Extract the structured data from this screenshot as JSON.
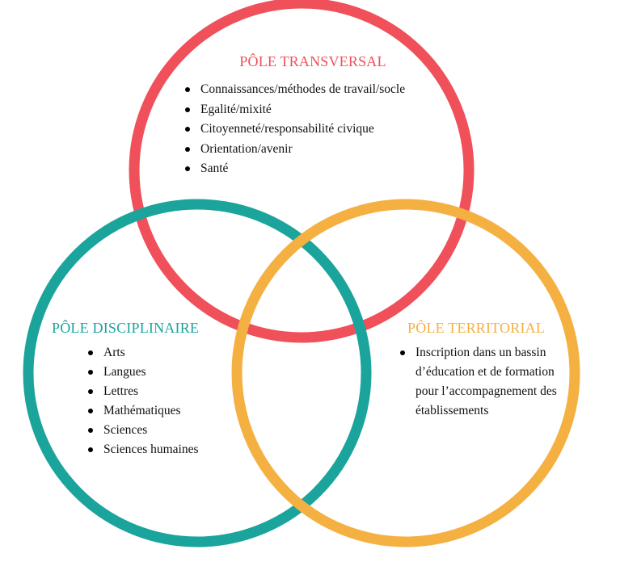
{
  "diagram": {
    "type": "venn",
    "colors": {
      "transversal": "#f0505a",
      "disciplinaire": "#1aa49c",
      "territorial": "#f5b042"
    },
    "transversal": {
      "title": "PÔLE TRANSVERSAL",
      "items": [
        "Connaissances/méthodes de travail/socle",
        "Egalité/mixité",
        "Citoyenneté/responsabilité civique",
        "Orientation/avenir",
        "Santé"
      ]
    },
    "disciplinaire": {
      "title": "PÔLE DISCIPLINAIRE",
      "items": [
        "Arts",
        "Langues",
        "Lettres",
        "Mathématiques",
        "Sciences",
        "Sciences humaines"
      ]
    },
    "territorial": {
      "title": "PÔLE TERRITORIAL",
      "items": [
        "Inscription dans un bassin d’éducation et de formation pour l’accompagnement des établissements"
      ]
    }
  }
}
